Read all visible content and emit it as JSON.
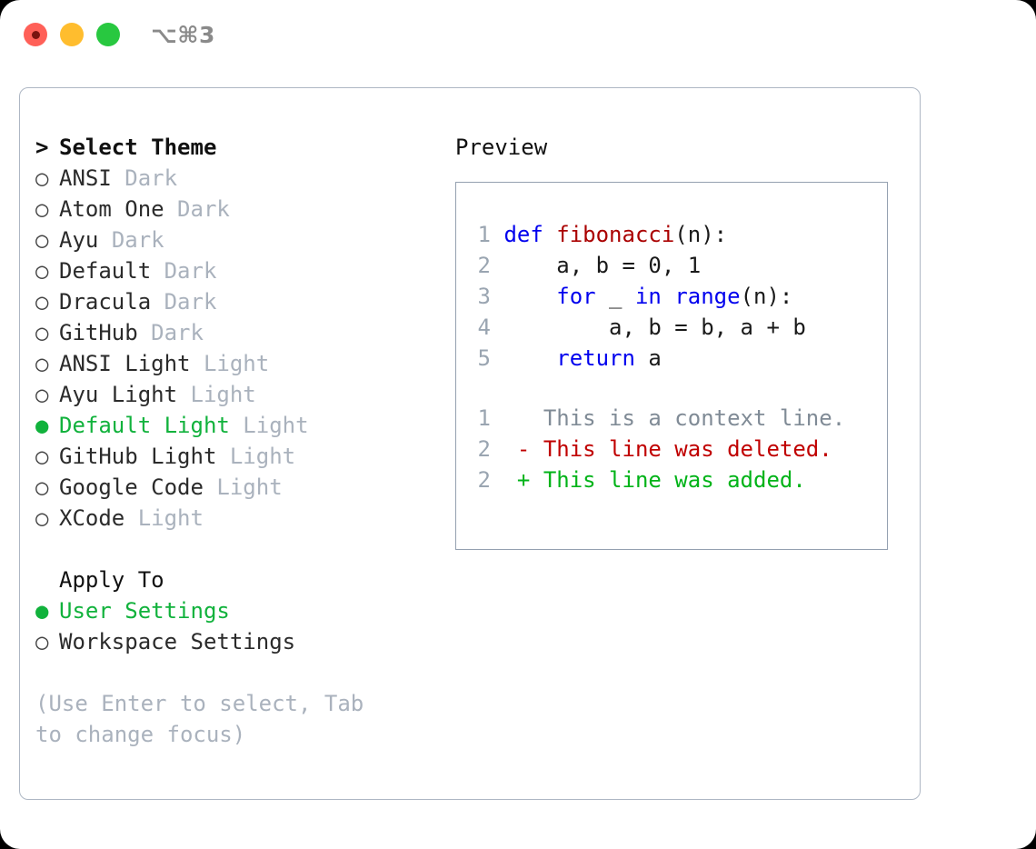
{
  "titlebar": {
    "shortcut": "⌥⌘3",
    "lights": [
      {
        "name": "close",
        "color": "#ff6058"
      },
      {
        "name": "minimize",
        "color": "#ffbd2e"
      },
      {
        "name": "maximize",
        "color": "#28c840"
      }
    ]
  },
  "theme_picker": {
    "header_marker": ">",
    "header_label": "Select Theme",
    "bullet_empty": "○",
    "bullet_filled": "●",
    "items": [
      {
        "marker": "○",
        "label": "ANSI",
        "tag": "Dark",
        "selected": false
      },
      {
        "marker": "○",
        "label": "Atom One",
        "tag": "Dark",
        "selected": false
      },
      {
        "marker": "○",
        "label": "Ayu",
        "tag": "Dark",
        "selected": false
      },
      {
        "marker": "○",
        "label": "Default",
        "tag": "Dark",
        "selected": false
      },
      {
        "marker": "○",
        "label": "Dracula",
        "tag": "Dark",
        "selected": false
      },
      {
        "marker": "○",
        "label": "GitHub",
        "tag": "Dark",
        "selected": false
      },
      {
        "marker": "○",
        "label": "ANSI Light",
        "tag": "Light",
        "selected": false
      },
      {
        "marker": "○",
        "label": "Ayu Light",
        "tag": "Light",
        "selected": false
      },
      {
        "marker": "●",
        "label": "Default Light",
        "tag": "Light",
        "selected": true
      },
      {
        "marker": "○",
        "label": "GitHub Light",
        "tag": "Light",
        "selected": false
      },
      {
        "marker": "○",
        "label": "Google Code",
        "tag": "Light",
        "selected": false
      },
      {
        "marker": "○",
        "label": "XCode",
        "tag": "Light",
        "selected": false
      }
    ]
  },
  "apply_to": {
    "title": "Apply To",
    "items": [
      {
        "marker": "●",
        "label": "User Settings",
        "selected": true
      },
      {
        "marker": "○",
        "label": "Workspace Settings",
        "selected": false
      }
    ]
  },
  "hint": "(Use Enter to select, Tab to change focus)",
  "preview": {
    "title": "Preview",
    "code_lines": [
      {
        "number": "1",
        "tokens": [
          {
            "text": "def ",
            "kind": "kw"
          },
          {
            "text": "fibonacci",
            "kind": "fn"
          },
          {
            "text": "(n):",
            "kind": "plain"
          }
        ]
      },
      {
        "number": "2",
        "tokens": [
          {
            "text": "    a, b = 0, 1",
            "kind": "plain"
          }
        ]
      },
      {
        "number": "3",
        "tokens": [
          {
            "text": "    ",
            "kind": "plain"
          },
          {
            "text": "for",
            "kind": "kw"
          },
          {
            "text": " _ ",
            "kind": "plain"
          },
          {
            "text": "in",
            "kind": "kw"
          },
          {
            "text": " ",
            "kind": "plain"
          },
          {
            "text": "range",
            "kind": "kw"
          },
          {
            "text": "(n):",
            "kind": "plain"
          }
        ]
      },
      {
        "number": "4",
        "tokens": [
          {
            "text": "        a, b = b, a + b",
            "kind": "plain"
          }
        ]
      },
      {
        "number": "5",
        "tokens": [
          {
            "text": "    ",
            "kind": "plain"
          },
          {
            "text": "return",
            "kind": "kw"
          },
          {
            "text": " a",
            "kind": "plain"
          }
        ]
      }
    ],
    "diff_lines": [
      {
        "number": "1",
        "sign": " ",
        "text": "This is a context line.",
        "kind": "ctx"
      },
      {
        "number": "2",
        "sign": "-",
        "text": "This line was deleted.",
        "kind": "del"
      },
      {
        "number": "2",
        "sign": "+",
        "text": "This line was added.",
        "kind": "add"
      }
    ]
  },
  "colors": {
    "accent_green": "#11b23c",
    "muted_gray": "#aab2bd",
    "line_number": "#9aa5b1",
    "keyword_blue": "#0000ee",
    "function_red": "#aa0000",
    "diff_delete": "#c00000",
    "diff_add": "#00b318",
    "border": "#aeb7c4"
  }
}
